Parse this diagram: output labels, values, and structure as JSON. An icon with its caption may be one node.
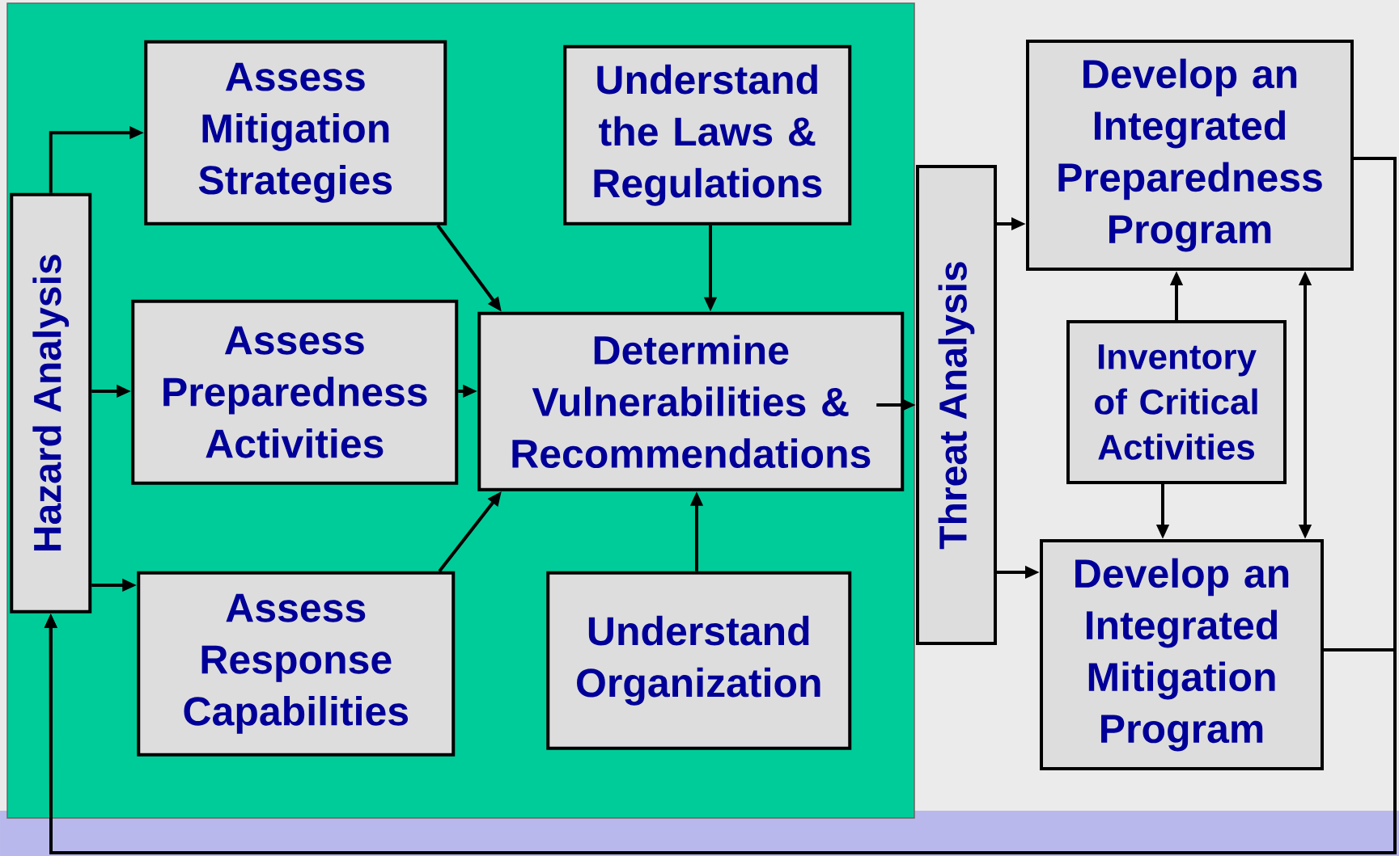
{
  "diagram": {
    "nodes": [
      {
        "text": [],
        "shape": "box"
      },
      {
        "text": [
          "Hazard Analysis"
        ],
        "in": 0
      },
      {
        "text": [
          "Assess Mitigation Strategies"
        ],
        "in": 0
      },
      {
        "text": [
          "Understand the Laws & Regulations"
        ],
        "in": 0
      },
      {
        "text": [
          "Assess Preparedness Activities"
        ],
        "in": 0
      },
      {
        "text": [
          "Determine Vulnerabilities & Recommendations"
        ],
        "in": 0
      },
      {
        "text": [
          "Assess Response Capabilities"
        ],
        "in": 0
      },
      {
        "text": [
          "Understand Organization"
        ],
        "in": 0
      },
      {
        "text": [
          "Threat Analysis"
        ]
      },
      {
        "text": [
          "Develop an Integrated Preparedness Program"
        ]
      },
      {
        "text": [
          "Inventory of Critical Activities"
        ]
      },
      {
        "text": [
          "Develop an Integrated Mitigation Program"
        ]
      }
    ],
    "edges": [
      {
        "from": 1,
        "to": 2,
        "arrow": "to"
      },
      {
        "from": 1,
        "to": 4,
        "arrow": "to"
      },
      {
        "from": 1,
        "to": 6,
        "arrow": "to"
      },
      {
        "from": 2,
        "to": 5,
        "arrow": "to"
      },
      {
        "from": 3,
        "to": 5,
        "arrow": "to"
      },
      {
        "from": 4,
        "to": 5,
        "arrow": "to"
      },
      {
        "from": 6,
        "to": 5,
        "arrow": "to"
      },
      {
        "from": 7,
        "to": 5,
        "arrow": "to"
      },
      {
        "from": 5,
        "to": 8,
        "arrow": "to"
      },
      {
        "from": 8,
        "to": 9,
        "arrow": "to"
      },
      {
        "from": 8,
        "to": 11,
        "arrow": "to"
      },
      {
        "from": 10,
        "to": 9,
        "arrow": "to"
      },
      {
        "from": 10,
        "to": 11,
        "arrow": "to"
      },
      {
        "from": 9,
        "to": 11,
        "arrow": "both"
      },
      {
        "from": 9,
        "to": 1,
        "arrow": "to"
      },
      {
        "from": 11,
        "to": 1,
        "arrow": "to"
      }
    ]
  }
}
